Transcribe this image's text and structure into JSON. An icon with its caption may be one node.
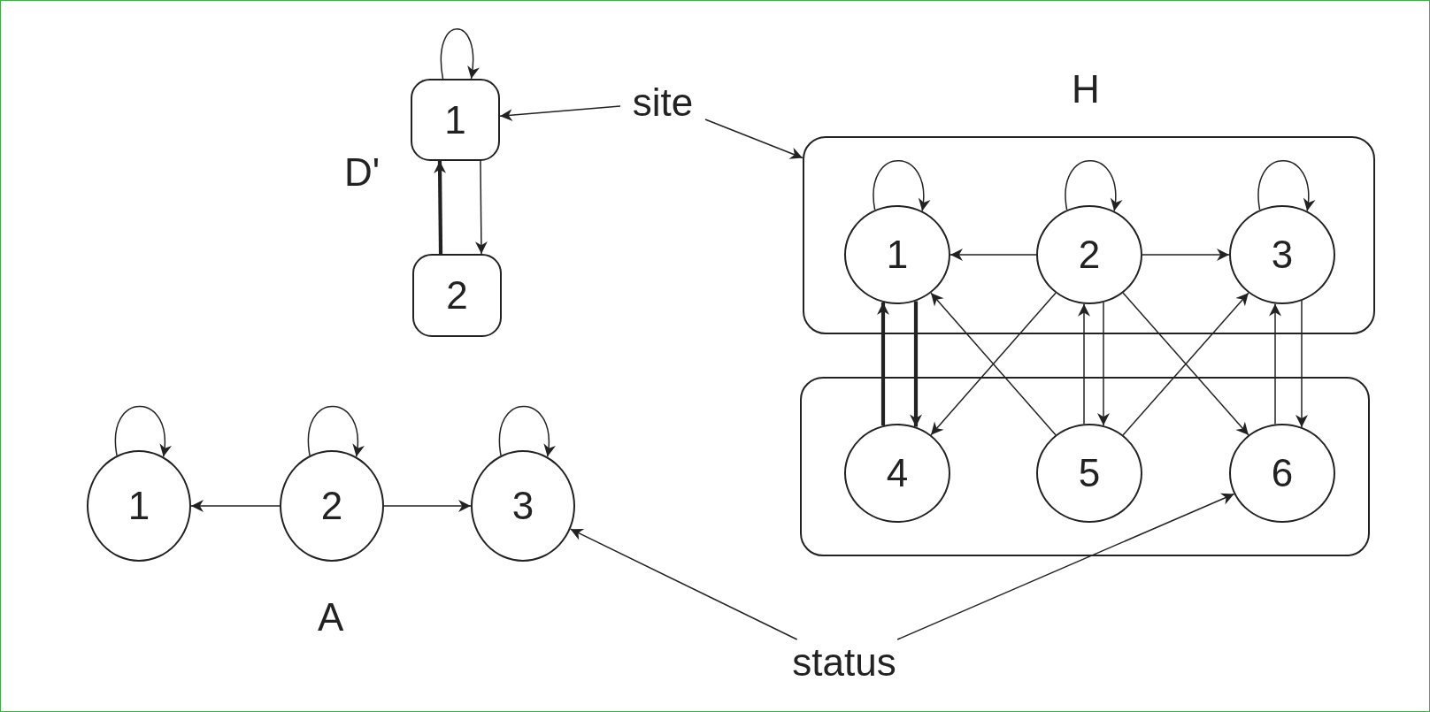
{
  "diagram": {
    "nodes": [
      {
        "text": [
          "1"
        ]
      },
      {
        "text": [
          "2"
        ]
      },
      {
        "text": [
          "site"
        ]
      },
      {
        "text": [],
        "shape": "box"
      },
      {
        "text": [
          "1"
        ],
        "in": 3
      },
      {
        "text": [
          "2"
        ],
        "in": 3
      },
      {
        "text": [
          "3"
        ],
        "in": 3
      },
      {
        "text": [],
        "shape": "box"
      },
      {
        "text": [
          "4"
        ],
        "in": 7
      },
      {
        "text": [
          "5"
        ],
        "in": 7
      },
      {
        "text": [
          "6"
        ],
        "in": 7
      },
      {
        "text": [
          "1"
        ]
      },
      {
        "text": [
          "2"
        ]
      },
      {
        "text": [
          "3"
        ]
      },
      {
        "text": [
          "status"
        ]
      }
    ],
    "edges": [
      {
        "from": 0,
        "to": 0,
        "arrow": "to"
      },
      {
        "from": 1,
        "to": 0,
        "arrow": "to",
        "style": "thick"
      },
      {
        "from": 0,
        "to": 1,
        "arrow": "to"
      },
      {
        "from": 2,
        "to": 0,
        "arrow": "to"
      },
      {
        "from": 2,
        "to": 3,
        "arrow": "to"
      },
      {
        "from": 4,
        "to": 4,
        "arrow": "to"
      },
      {
        "from": 5,
        "to": 5,
        "arrow": "to"
      },
      {
        "from": 6,
        "to": 6,
        "arrow": "to"
      },
      {
        "from": 5,
        "to": 4,
        "arrow": "to"
      },
      {
        "from": 5,
        "to": 6,
        "arrow": "to"
      },
      {
        "from": 8,
        "to": 4,
        "arrow": "to",
        "style": "thick"
      },
      {
        "from": 4,
        "to": 8,
        "arrow": "to",
        "style": "thick"
      },
      {
        "from": 9,
        "to": 4,
        "arrow": "to"
      },
      {
        "from": 5,
        "to": 8,
        "arrow": "to"
      },
      {
        "from": 9,
        "to": 5,
        "arrow": "to"
      },
      {
        "from": 5,
        "to": 9,
        "arrow": "to"
      },
      {
        "from": 9,
        "to": 6,
        "arrow": "to"
      },
      {
        "from": 5,
        "to": 10,
        "arrow": "to"
      },
      {
        "from": 10,
        "to": 6,
        "arrow": "to"
      },
      {
        "from": 6,
        "to": 10,
        "arrow": "to"
      },
      {
        "from": 11,
        "to": 11,
        "arrow": "to"
      },
      {
        "from": 12,
        "to": 12,
        "arrow": "to"
      },
      {
        "from": 13,
        "to": 13,
        "arrow": "to"
      },
      {
        "from": 12,
        "to": 11,
        "arrow": "to"
      },
      {
        "from": 12,
        "to": 13,
        "arrow": "to"
      },
      {
        "from": 14,
        "to": 13,
        "arrow": "to"
      },
      {
        "from": 14,
        "to": 10,
        "arrow": "to"
      }
    ],
    "labels": [
      "D'",
      "H",
      "A"
    ]
  }
}
